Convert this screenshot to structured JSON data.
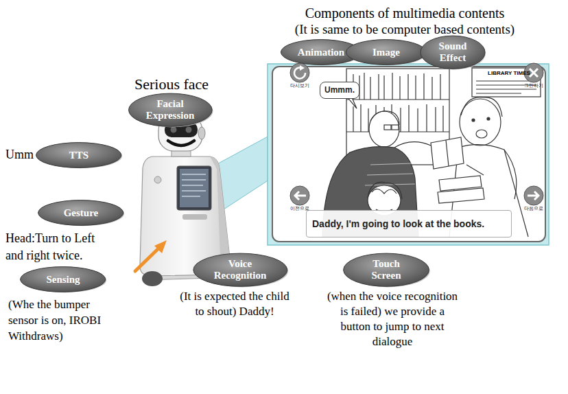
{
  "diagram": {
    "nodes": [
      {
        "text": [
          "Animation"
        ]
      },
      {
        "text": [
          "Image"
        ]
      },
      {
        "text": [
          "Sound Effect"
        ]
      },
      {
        "text": [
          "Ummm."
        ]
      },
      {
        "text": [
          "Facial Expression"
        ]
      },
      {
        "text": [
          "TTS"
        ]
      },
      {
        "text": [
          "Daddy, I'm going to look at the books."
        ]
      },
      {
        "text": [
          "Gesture"
        ]
      },
      {
        "text": [
          "Sensing"
        ]
      },
      {
        "text": [
          "Voice Recognition"
        ]
      },
      {
        "text": [
          "Touch Screen"
        ]
      }
    ],
    "labels": [
      "Components of multimedia contents",
      "(It is same to be computer based contents)",
      "다시보기",
      "그만하기",
      "LIBRARY TIMES",
      "Serious face",
      "Umm",
      "이전으로",
      "다음으로",
      "Head:Turn to Left and right twice.",
      "(It is expected the child to shout) Daddy!",
      "(when the voice recognition is failed) we provide a button to jump to next dialogue",
      "(Whe the bumper sensor is on, IROBI Withdraws)"
    ]
  }
}
